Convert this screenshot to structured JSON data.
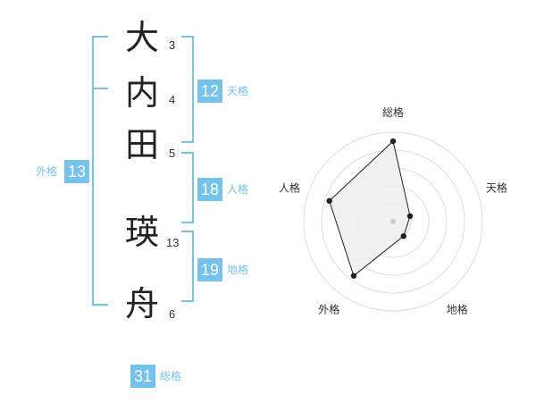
{
  "name": {
    "characters": [
      {
        "char": "大",
        "strokes": "3"
      },
      {
        "char": "内",
        "strokes": "4"
      },
      {
        "char": "田",
        "strokes": "5"
      },
      {
        "char": "瑛",
        "strokes": "13"
      },
      {
        "char": "舟",
        "strokes": "6"
      }
    ]
  },
  "fortunes": {
    "tenkaku": {
      "value": "12",
      "label": "天格"
    },
    "jinkaku": {
      "value": "18",
      "label": "人格"
    },
    "chikaku": {
      "value": "19",
      "label": "地格"
    },
    "gaikaku": {
      "value": "13",
      "label": "外格"
    },
    "soukaku": {
      "value": "31",
      "label": "総格"
    }
  },
  "chart_data": {
    "type": "radar",
    "axes": [
      "総格",
      "天格",
      "地格",
      "外格",
      "人格"
    ],
    "values": [
      0.9,
      0.2,
      0.2,
      0.75,
      0.75
    ],
    "range": [
      0,
      1
    ],
    "rings": 5,
    "colors": {
      "fill": "#efefef",
      "line": "#222222",
      "ring": "#dddddd",
      "center": "#cccccc"
    }
  },
  "colors": {
    "accent": "#74c3ec"
  }
}
